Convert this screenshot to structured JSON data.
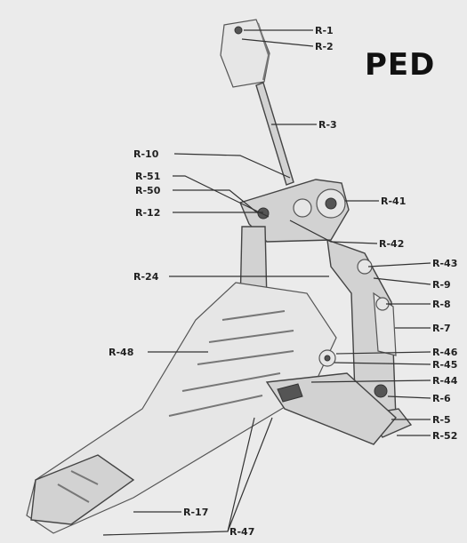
{
  "title": "PED",
  "labels": {
    "r1": "R-1",
    "r2": "R-2",
    "r3": "R-3",
    "r10": "R-10",
    "r51": "R-51",
    "r50": "R-50",
    "r12": "R-12",
    "r41": "R-41",
    "r42": "R-42",
    "r24": "R-24",
    "r43": "R-43",
    "r9": "R-9",
    "r8": "R-8",
    "r7": "R-7",
    "r48": "R-48",
    "r46": "R-46",
    "r45": "R-45",
    "r44": "R-44",
    "r6": "R-6",
    "r5": "R-5",
    "r52": "R-52",
    "r17": "R-17",
    "r47": "R-47"
  },
  "colors": {
    "background": "#ebebeb",
    "ink": "#222222"
  }
}
